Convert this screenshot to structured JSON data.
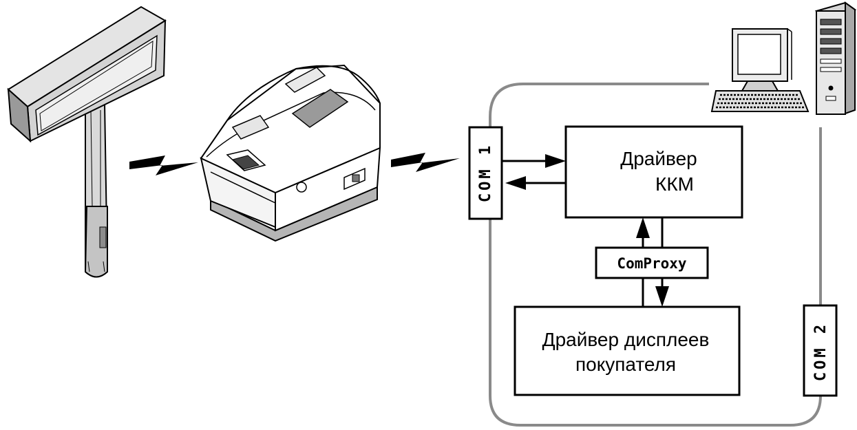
{
  "ports": {
    "com1": "COM 1",
    "com2": "COM 2"
  },
  "boxes": {
    "kkm_driver": [
      "Драйвер",
      "ККМ"
    ],
    "proxy": "ComProxy",
    "display_driver": [
      "Драйвер дисплеев",
      "покупателя"
    ]
  },
  "icons": [
    "customer-display-icon",
    "receipt-printer-icon",
    "computer-monitor-icon",
    "keyboard-icon",
    "pc-tower-icon",
    "lightning-link-icon"
  ],
  "colors": {
    "boundary": "#8a8a8a",
    "stroke": "#000000",
    "device_shade": "#bdbdbd"
  }
}
